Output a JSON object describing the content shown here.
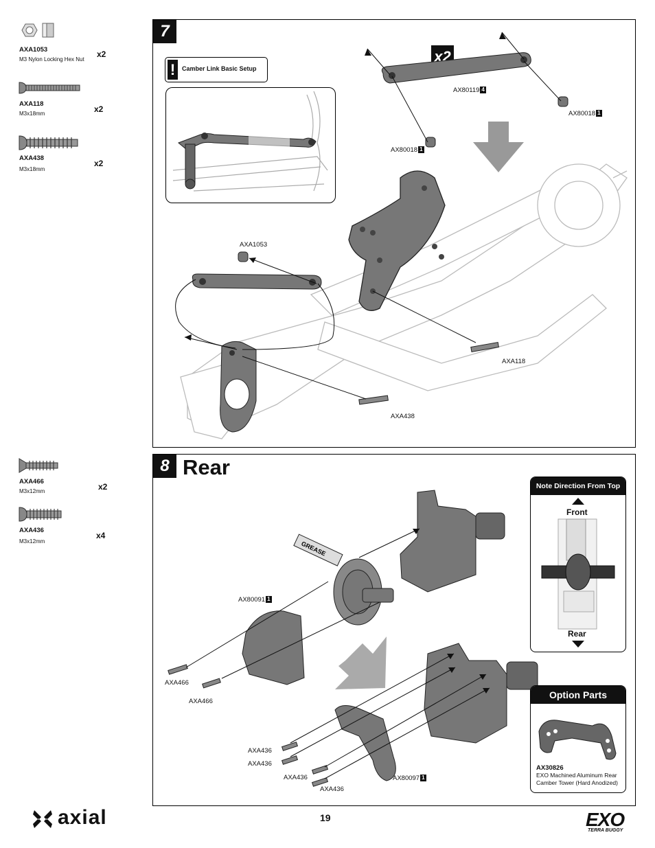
{
  "sidebar_top": [
    {
      "code": "AXA1053",
      "desc": "M3 Nylon Locking Hex Nut",
      "qty": "x2"
    },
    {
      "code": "AXA118",
      "desc": "M3x18mm",
      "qty": "x2"
    },
    {
      "code": "AXA438",
      "desc": "M3x18mm",
      "qty": "x2"
    }
  ],
  "sidebar_bottom": [
    {
      "code": "AXA466",
      "desc": "M3x12mm",
      "qty": "x2"
    },
    {
      "code": "AXA436",
      "desc": "M3x12mm",
      "qty": "x4"
    }
  ],
  "step7": {
    "number": "7",
    "multiplier": "x2",
    "tip_title": "Camber Link Basic Setup",
    "labels": {
      "ax80119": "AX80119",
      "ax80119_n": "4",
      "ax80018a": "AX80018",
      "ax80018a_n": "1",
      "ax80018b": "AX80018",
      "ax80018b_n": "1",
      "axa1053": "AXA1053",
      "axa118": "AXA118",
      "axa438": "AXA438"
    }
  },
  "step8": {
    "number": "8",
    "title": "Rear",
    "grease": "GREASE",
    "note_title": "Note Direction From Top",
    "front": "Front",
    "rear": "Rear",
    "option_title": "Option Parts",
    "option_code": "AX30826",
    "option_desc": "EXO Machined Aluminum Rear Camber Tower (Hard Anodized)",
    "labels": {
      "ax80091": "AX80091",
      "ax80091_n": "1",
      "axa466a": "AXA466",
      "axa466b": "AXA466",
      "axa436a": "AXA436",
      "axa436b": "AXA436",
      "axa436c": "AXA436",
      "axa436d": "AXA436",
      "ax80097": "AX80097",
      "ax80097_n": "1"
    }
  },
  "footer": {
    "page": "19",
    "brand": "axial",
    "logo": "EXO",
    "logo_sub": "TERRA BUGGY"
  }
}
